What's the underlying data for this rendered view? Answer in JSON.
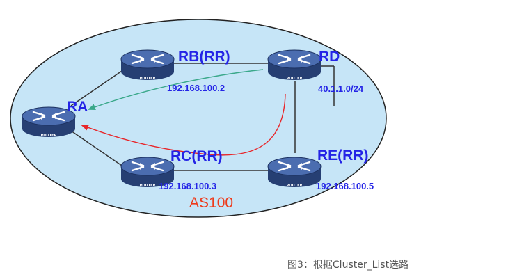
{
  "diagram": {
    "as_label": "AS100",
    "routers": {
      "ra": {
        "name": "RA",
        "device_text": "ROUTER"
      },
      "rb": {
        "name": "RB(RR)",
        "ip": "192.168.100.2",
        "device_text": "ROUTER"
      },
      "rc": {
        "name": "RC(RR)",
        "ip": "192.168.100.3",
        "device_text": "ROUTER"
      },
      "rd": {
        "name": "RD",
        "network": "40.1.1.0/24",
        "device_text": "ROUTER"
      },
      "re": {
        "name": "RE(RR)",
        "ip": "192.168.100.5",
        "device_text": "ROUTER"
      }
    },
    "colors": {
      "as_fill": "#c6e5f7",
      "as_border": "#222222",
      "router_body": "#2f4d8c",
      "router_top": "#4a6fb5",
      "label_blue": "#2424e6",
      "as_label_red": "#ee3a1a",
      "arrow_green": "#3aa88a",
      "arrow_red": "#e8262a",
      "link": "#333333"
    }
  },
  "caption": "图3：根据Cluster_List选路"
}
